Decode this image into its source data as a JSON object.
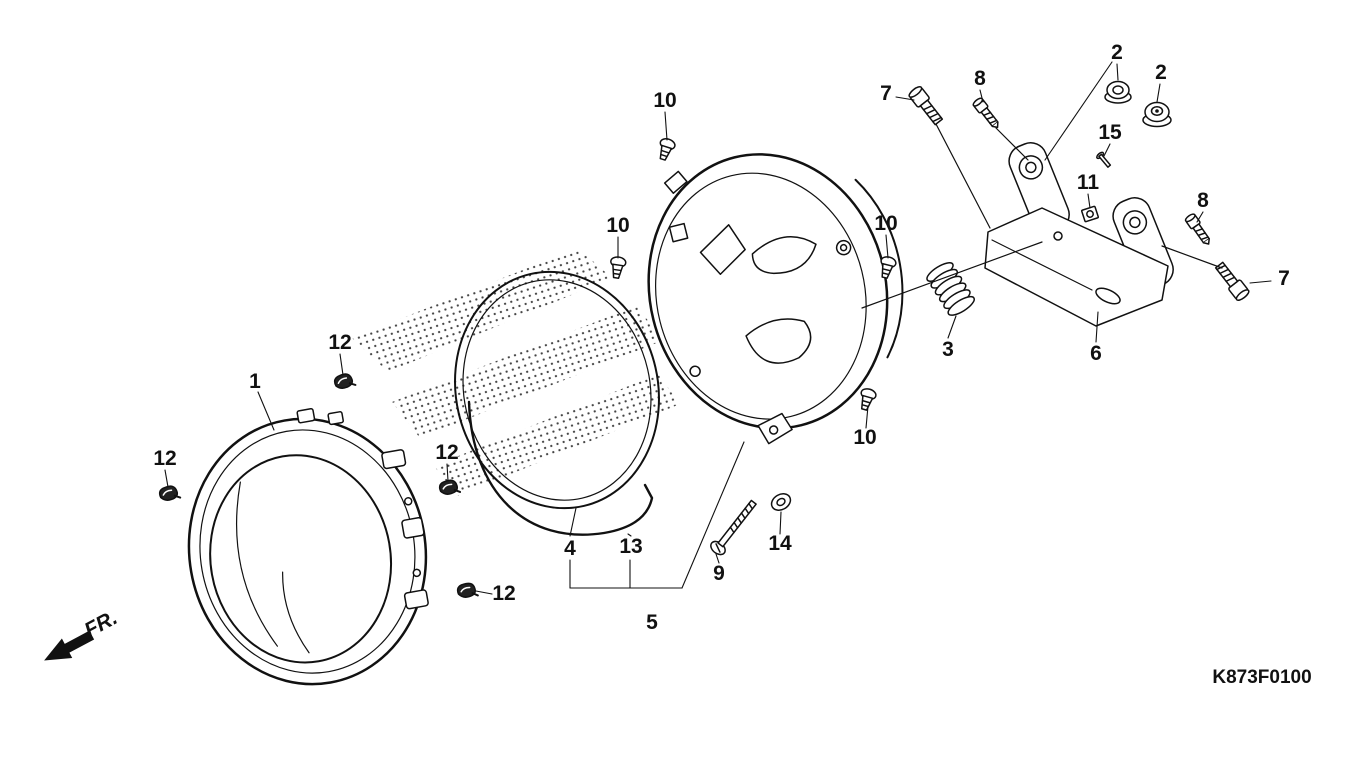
{
  "diagram": {
    "code": "K873F0100",
    "direction_label": "FR.",
    "labels": [
      "1",
      "2",
      "2",
      "3",
      "4",
      "5",
      "6",
      "7",
      "7",
      "8",
      "8",
      "9",
      "10",
      "10",
      "10",
      "10",
      "11",
      "12",
      "12",
      "12",
      "12",
      "13",
      "14",
      "15"
    ]
  }
}
